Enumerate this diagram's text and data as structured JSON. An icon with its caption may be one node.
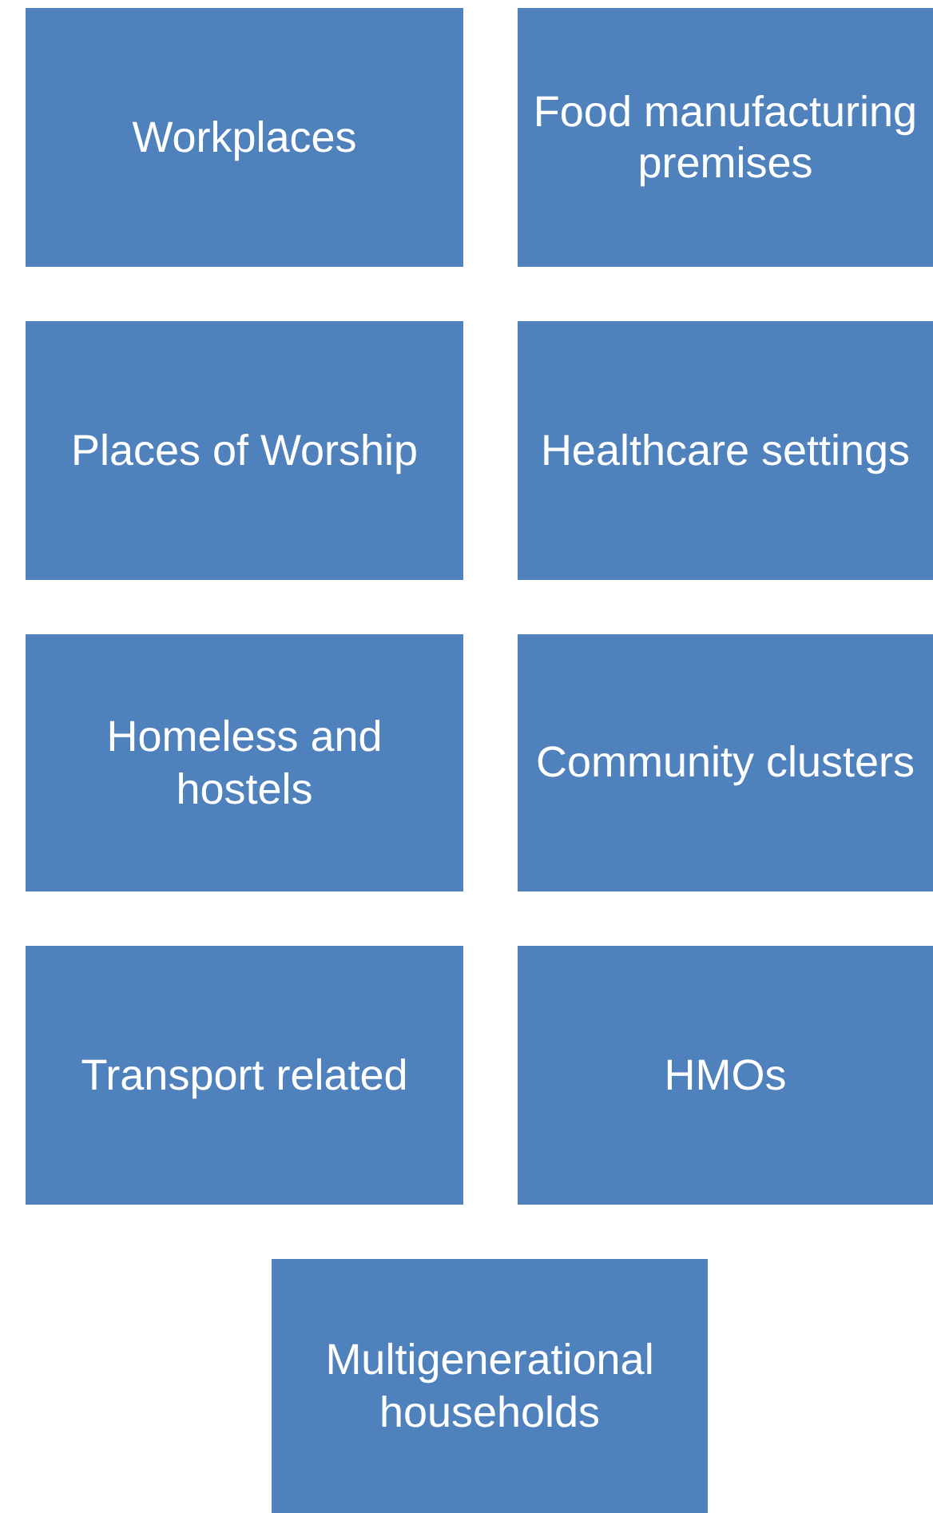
{
  "diagram": {
    "nodes": [
      {
        "text": [
          "Workplaces"
        ]
      },
      {
        "text": [
          "Food manufacturing premises"
        ]
      },
      {
        "text": [
          "Places of Worship"
        ]
      },
      {
        "text": [
          "Healthcare settings"
        ]
      },
      {
        "text": [
          "Homeless and hostels"
        ]
      },
      {
        "text": [
          "Community clusters"
        ]
      },
      {
        "text": [
          "Transport related"
        ]
      },
      {
        "text": [
          "HMOs"
        ]
      },
      {
        "text": [
          "Multigenerational households"
        ]
      }
    ]
  }
}
